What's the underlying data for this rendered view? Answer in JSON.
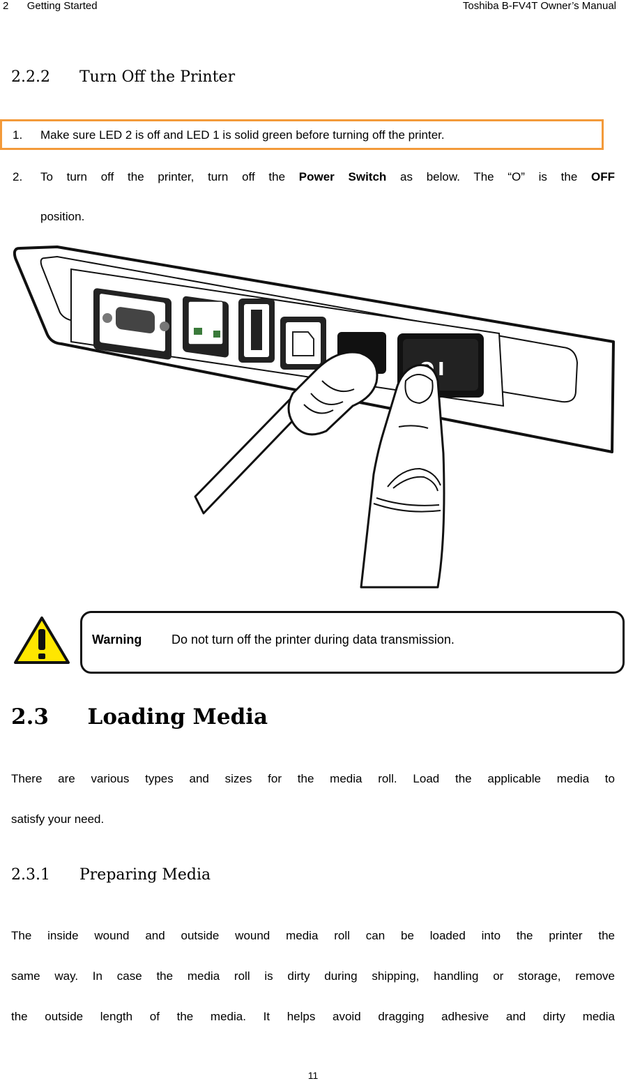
{
  "header": {
    "chapter_number": "2",
    "chapter_title": "Getting Started",
    "manual_title": "Toshiba B-FV4T Owner’s Manual"
  },
  "section_222": {
    "number": "2.2.2",
    "title": "Turn Off the Printer"
  },
  "steps": [
    {
      "num": "1.",
      "text": "Make sure LED 2 is off and LED 1 is solid green before turning off the printer."
    },
    {
      "num": "2.",
      "text_before": "To turn off the printer, turn off the ",
      "bold1": "Power Switch",
      "text_mid": " as below. The “O” is the ",
      "bold2": "OFF",
      "text_after": "position."
    }
  ],
  "illustration": {
    "switch_off_label": "O",
    "switch_on_label": "I"
  },
  "warning": {
    "label": "Warning",
    "text": "Do not turn off the printer during data transmission."
  },
  "section_23": {
    "number": "2.3",
    "title": "Loading Media",
    "para_line1": "There are various types and sizes for the media roll. Load the applicable media to",
    "para_line2": "satisfy your need."
  },
  "section_231": {
    "number": "2.3.1",
    "title": "Preparing Media",
    "para_line1": "The inside wound and outside wound media roll can be loaded into the printer the",
    "para_line2": "same way. In case the media roll is dirty during shipping, handling or storage, remove",
    "para_line3": "the outside length of the media. It helps avoid dragging adhesive and dirty media"
  },
  "footer": {
    "page_number": "11"
  }
}
